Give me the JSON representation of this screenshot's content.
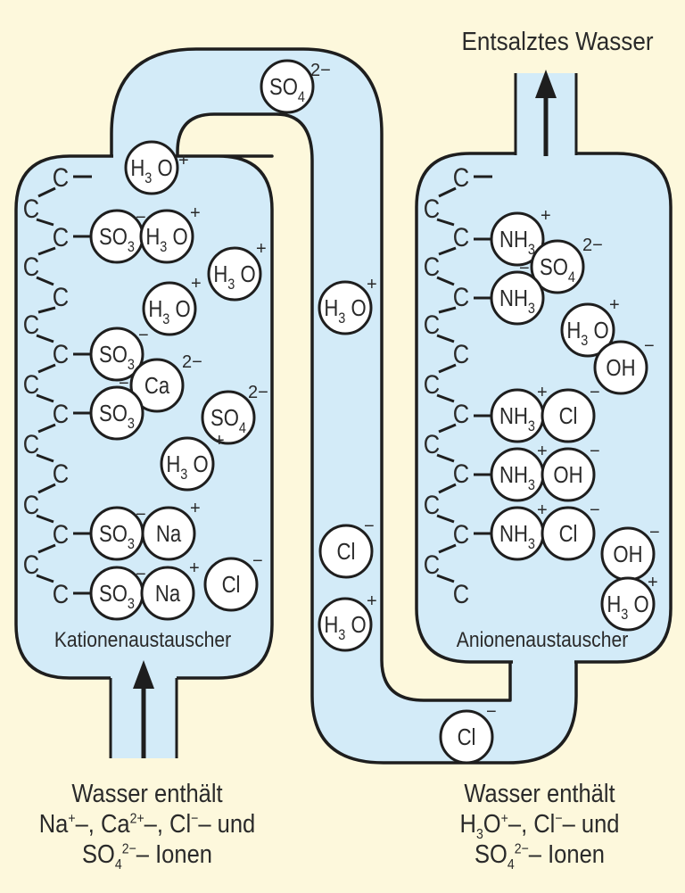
{
  "title_outlet": "Entsalztes Wasser",
  "cation_exchanger": {
    "label": "Kationenaustauscher",
    "resin_group": "SO3",
    "ions": [
      {
        "formula": "H3O",
        "charge": "+"
      },
      {
        "formula": "SO3",
        "charge": "−",
        "bound": true
      },
      {
        "formula": "H3O",
        "charge": "+"
      },
      {
        "formula": "H3O",
        "charge": "+"
      },
      {
        "formula": "H3O",
        "charge": "+"
      },
      {
        "formula": "SO3",
        "charge": "−",
        "bound": true
      },
      {
        "formula": "Ca",
        "charge": "2−"
      },
      {
        "formula": "SO3",
        "charge": "−",
        "bound": true
      },
      {
        "formula": "SO4",
        "charge": "2−"
      },
      {
        "formula": "H3O",
        "charge": "+"
      },
      {
        "formula": "SO3",
        "charge": "−",
        "bound": true
      },
      {
        "formula": "Na",
        "charge": "+"
      },
      {
        "formula": "SO3",
        "charge": "−",
        "bound": true
      },
      {
        "formula": "Na",
        "charge": "+"
      },
      {
        "formula": "Cl",
        "charge": "−"
      }
    ]
  },
  "anion_exchanger": {
    "label": "Anionenaustauscher",
    "resin_group": "NH3",
    "ions": [
      {
        "formula": "NH3",
        "charge": "+",
        "bound": true
      },
      {
        "formula": "SO4",
        "charge": "2−"
      },
      {
        "formula": "NH3",
        "charge": "",
        "bound": true
      },
      {
        "formula": "H3O",
        "charge": "+"
      },
      {
        "formula": "OH",
        "charge": "−"
      },
      {
        "formula": "NH3",
        "charge": "+",
        "bound": true
      },
      {
        "formula": "Cl",
        "charge": "−"
      },
      {
        "formula": "NH3",
        "charge": "+",
        "bound": true
      },
      {
        "formula": "OH",
        "charge": "−"
      },
      {
        "formula": "NH3",
        "charge": "+",
        "bound": true
      },
      {
        "formula": "Cl",
        "charge": "−"
      },
      {
        "formula": "OH",
        "charge": "−"
      },
      {
        "formula": "H3O",
        "charge": "+"
      }
    ]
  },
  "connecting_pipe": {
    "ions": [
      {
        "formula": "SO4",
        "charge": "2−"
      },
      {
        "formula": "H3O",
        "charge": "+"
      },
      {
        "formula": "Cl",
        "charge": "−"
      },
      {
        "formula": "H3O",
        "charge": "+"
      },
      {
        "formula": "Cl",
        "charge": "−"
      }
    ]
  },
  "captions": {
    "inlet": {
      "line1": "Wasser enthält",
      "line2_parts": [
        "Na",
        "+",
        "–, Ca",
        "2+",
        "–, Cl",
        "−",
        "– und"
      ],
      "line3_parts": [
        "SO",
        "4",
        "2−",
        "– Ionen"
      ]
    },
    "middle": {
      "line1": "Wasser enthält",
      "line2_parts": [
        "H",
        "3",
        "O",
        "+",
        "–, Cl",
        "−",
        "– und"
      ],
      "line3_parts": [
        "SO",
        "4",
        "2−",
        "– Ionen"
      ]
    }
  },
  "chem": {
    "H": "H",
    "O": "O",
    "S": "SO",
    "sub3": "3",
    "sub4": "4",
    "NH": "NH",
    "Ca": "Ca",
    "Na": "Na",
    "Cl": "Cl",
    "OH": "OH",
    "C": "C",
    "dash": "−"
  },
  "colors": {
    "water": "#d3ebf8",
    "background": "#fdf8dc",
    "line": "#1e1e1e"
  }
}
